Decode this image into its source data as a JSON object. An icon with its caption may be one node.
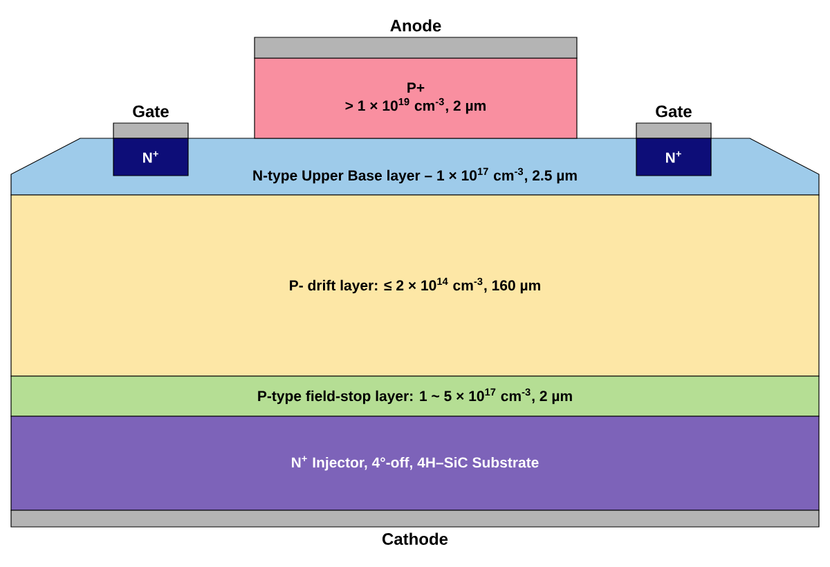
{
  "diagram": {
    "nodes": [
      {
        "text": [
          "Anode"
        ]
      },
      {
        "text": [
          "P+",
          "> 1 × 10$^{19}$ cm$^{-3}$, 2 µm"
        ]
      },
      {
        "text": [
          "N-type Upper Base layer – 1 × 10$^{17}$ cm$^{-3}$, 2.5 µm"
        ]
      },
      {
        "text": [
          "Gate"
        ]
      },
      {
        "text": [
          "N$^{+}$"
        ],
        "in": 2
      },
      {
        "text": [
          "Gate"
        ]
      },
      {
        "text": [
          "N$^{+}$"
        ],
        "in": 2
      },
      {
        "text": [
          "P- drift layer: ≤ 2 × 10$^{14}$ cm$^{-3}$, 160 µm"
        ]
      },
      {
        "text": [
          "P-type field-stop layer: 1 ~ 5 × 10$^{17}$ cm$^{-3}$, 2 µm"
        ]
      },
      {
        "text": [
          "N$^{+}$ Injector, 4°-off, 4H–SiC Substrate"
        ]
      },
      {
        "text": [
          "Cathode"
        ]
      }
    ]
  }
}
